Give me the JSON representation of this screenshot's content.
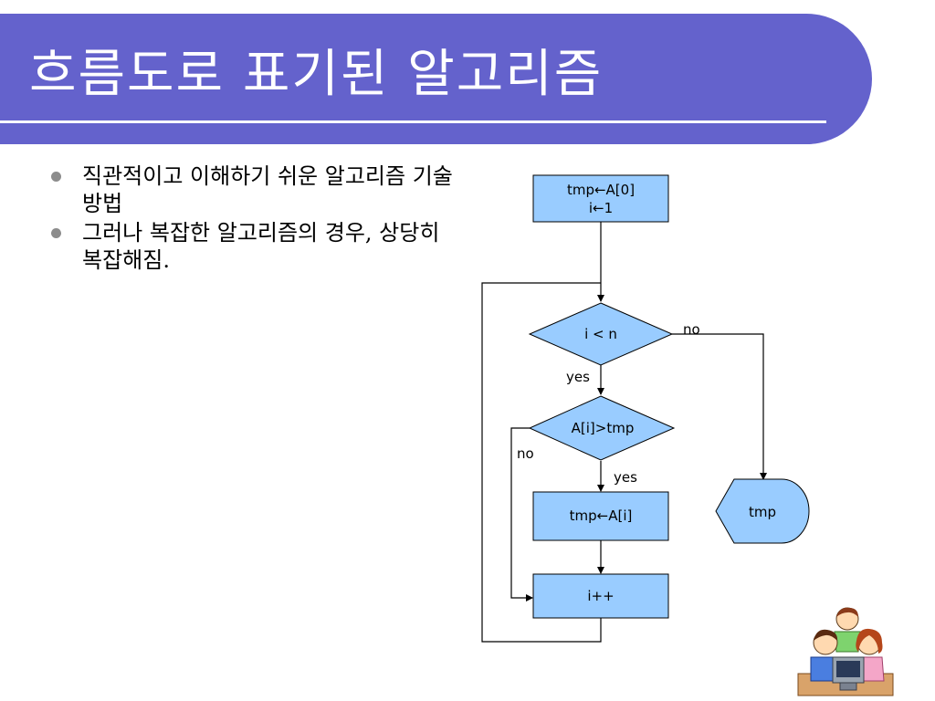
{
  "slide": {
    "title": "흐름도로 표기된 알고리즘",
    "bullets": [
      "직관적이고 이해하기 쉬운 알고리즘 기술 방법",
      "그러나 복잡한 알고리즘의 경우, 상당히 복잡해짐."
    ]
  },
  "flowchart": {
    "init_line1": "tmp←A[0]",
    "init_line2": "i←1",
    "cond1": "i < n",
    "cond2": "A[i]>tmp",
    "assign": "tmp←A[i]",
    "increment": "i++",
    "output": "tmp",
    "labels": {
      "cond1_no": "no",
      "cond1_yes": "yes",
      "cond2_no": "no",
      "cond2_yes": "yes"
    }
  },
  "colors": {
    "title_bar": "#6462cc",
    "box_fill": "#99ccff",
    "bullet_dot": "#8c8c8c"
  },
  "icons": {
    "clipart": "children-at-computer-clipart"
  }
}
